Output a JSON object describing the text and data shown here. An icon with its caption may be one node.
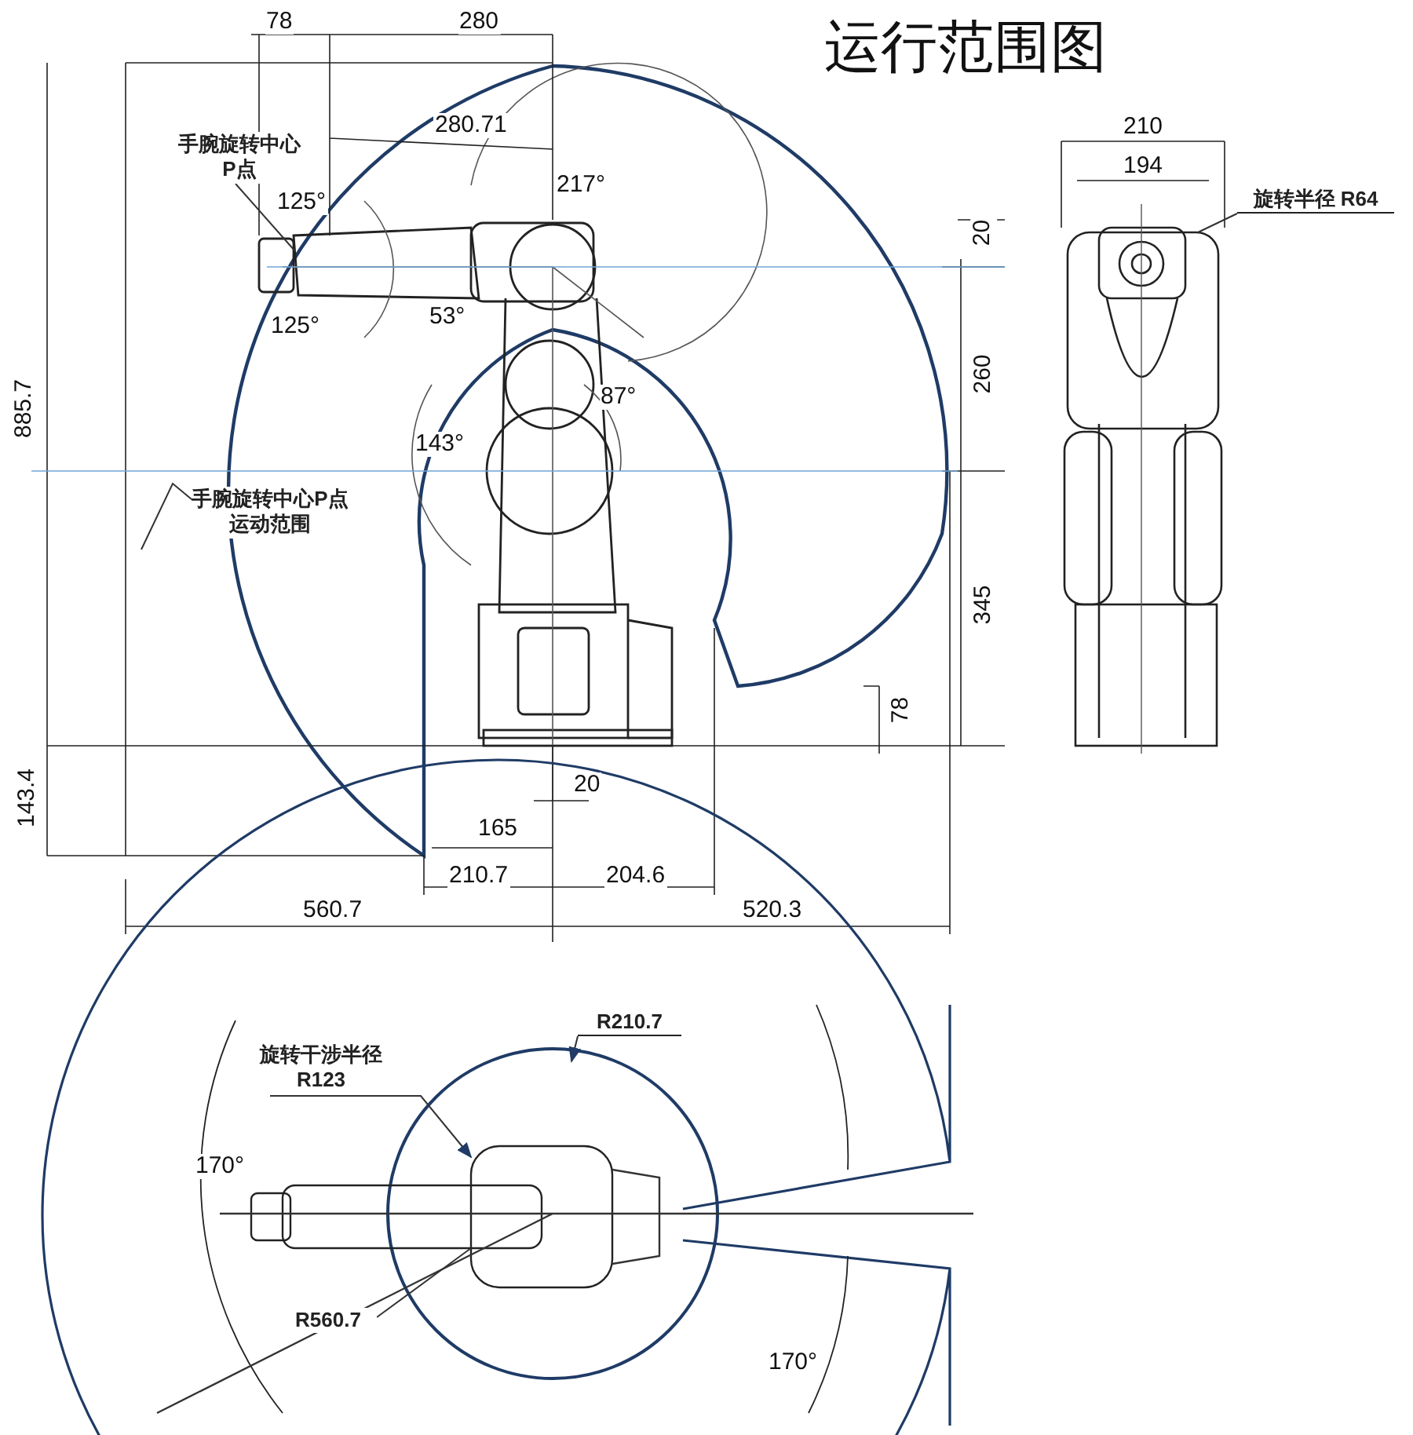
{
  "diagram": {
    "title": "运行范围图",
    "nodes": [
      {
        "text": [
          "手腕旋转中心P点"
        ]
      },
      {
        "text": [
          "手腕旋转中心P点运动范围"
        ]
      },
      {
        "text": [
          "旋转半径 R64"
        ]
      },
      {
        "text": [
          "旋转干涉半径R123"
        ]
      },
      {
        "text": [
          "R210.7"
        ]
      },
      {
        "text": [
          "R560.7"
        ]
      }
    ],
    "edges": [
      {
        "from": 0,
        "to": null,
        "arrow": "none"
      },
      {
        "from": 1,
        "to": null,
        "arrow": "none"
      },
      {
        "from": 2,
        "to": null,
        "arrow": "none"
      },
      {
        "from": 3,
        "to": null,
        "arrow": "to"
      },
      {
        "from": 4,
        "to": null,
        "arrow": "to"
      },
      {
        "from": 5,
        "to": null,
        "arrow": "none"
      }
    ],
    "labels": [
      "78",
      "280",
      "280.71",
      "217°",
      "125°",
      "125°",
      "53°",
      "87°",
      "143°",
      "885.7",
      "20",
      "260",
      "345",
      "78",
      "143.4",
      "20",
      "165",
      "210.7",
      "204.6",
      "560.7",
      "520.3",
      "210",
      "194",
      "170°",
      "170°"
    ]
  }
}
